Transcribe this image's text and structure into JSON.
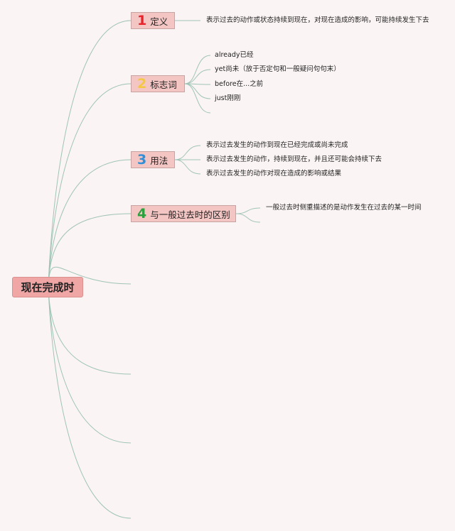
{
  "root": {
    "label": "现在完成时"
  },
  "branches": [
    {
      "number": "1",
      "number_color": "#e8232c",
      "label": "定义",
      "leaves": [
        "表示过去的动作或状态持续到现在，对现在造成的影响，可能持续发生下去"
      ]
    },
    {
      "number": "2",
      "number_color": "#f5c842",
      "label": "标志词",
      "leaves": [
        "already已经",
        "yet尚未（放于否定句和一般疑问句句末）",
        "before在...之前",
        "just刚刚"
      ]
    },
    {
      "number": "3",
      "number_color": "#2f8fd8",
      "label": "用法",
      "leaves": [
        "表示过去发生的动作到现在已经完成或尚未完成",
        "表示过去发生的动作，持续到现在，并且还可能会持续下去",
        "表示过去发生的动作对现在造成的影响或结果"
      ]
    },
    {
      "number": "4",
      "number_color": "#2e9e3e",
      "label": "与一般过去时的区别",
      "leaves": [
        "一般过去时侧重描述的是动作发生在过去的某一时间"
      ]
    }
  ],
  "colors": {
    "line": "#9fc4b6",
    "node_fill": "#f3c6c4",
    "root_fill": "#f0a6a4"
  }
}
